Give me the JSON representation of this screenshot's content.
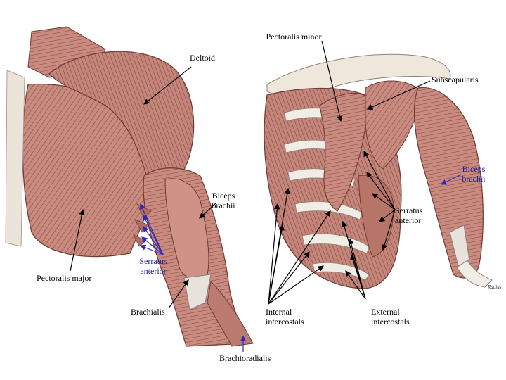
{
  "labels": {
    "pectoralis_minor": "Pectoralis minor",
    "deltoid": "Deltoid",
    "subscapularis": "Subscapularis",
    "biceps_brachii_left": [
      "Biceps",
      "brachii"
    ],
    "biceps_brachii_right": [
      "Biceps",
      "brachii"
    ],
    "serratus_anterior_left": [
      "Serratus",
      "anterior"
    ],
    "serratus_anterior_right": [
      "Serratus",
      "anterior"
    ],
    "pectoralis_major": "Pectoralis major",
    "brachialis": "Brachialis",
    "internal_intercostals": [
      "Internal",
      "intercostals"
    ],
    "external_intercostals": [
      "External",
      "intercostals"
    ],
    "brachioradialis": "Brachioradialis",
    "radius": "Radius"
  },
  "colors": {
    "muscle": "#c98a7f",
    "muscle_dark": "#8a4a42",
    "muscle_shadow": "#6e3a34",
    "tendon": "#e8e2dc",
    "bone": "#f0ece6",
    "blue_pointer": "#2b2bbd",
    "black_pointer": "#000000"
  }
}
